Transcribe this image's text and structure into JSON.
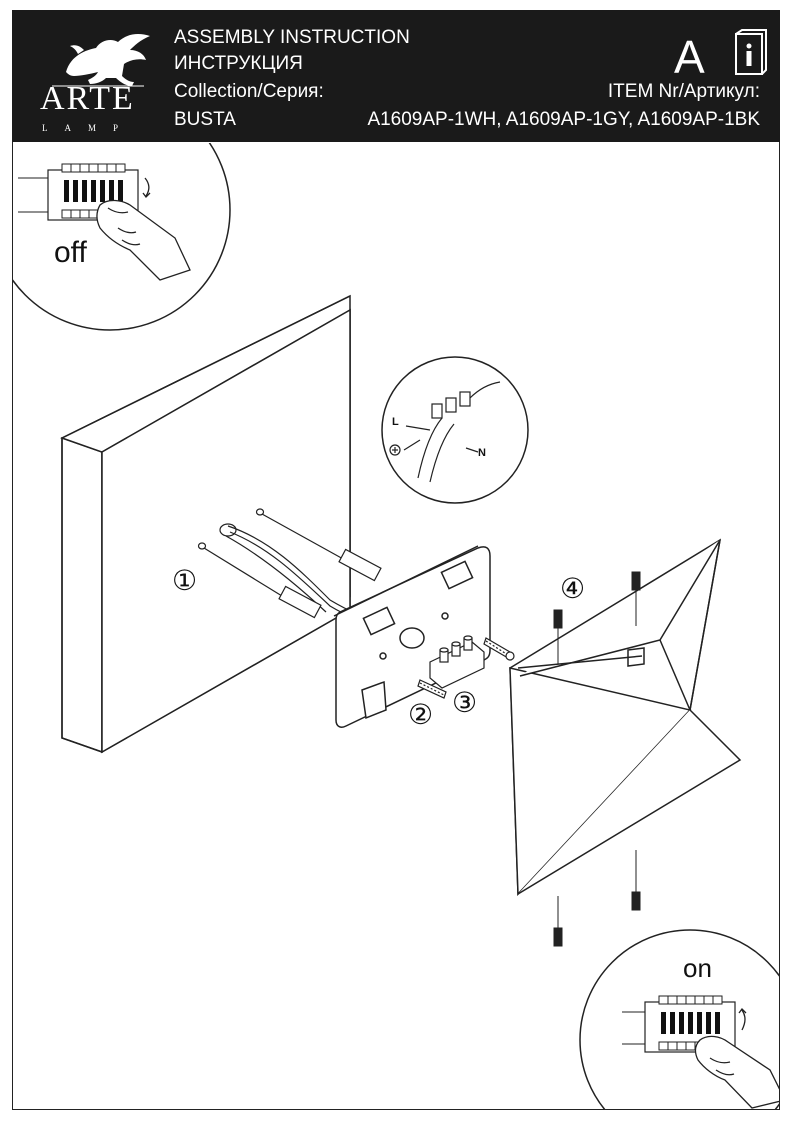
{
  "header": {
    "brand": "ARTE",
    "brand_sub": "LAMP",
    "title_en": "ASSEMBLY INSTRUCTION",
    "title_ru": "ИНСТРУКЦИЯ",
    "collection_label": "Collection/Серия:",
    "collection_value": "BUSTA",
    "item_label": "ITEM Nr/Артикул:",
    "item_value": "A1609AP-1WH, A1609AP-1GY, A1609AP-1BK",
    "language_letter": "A"
  },
  "switch_off_label": "off",
  "switch_on_label": "on",
  "step_labels": [
    "①",
    "②",
    "③",
    "④"
  ],
  "wire_labels": {
    "live": "L",
    "neutral": "N"
  }
}
